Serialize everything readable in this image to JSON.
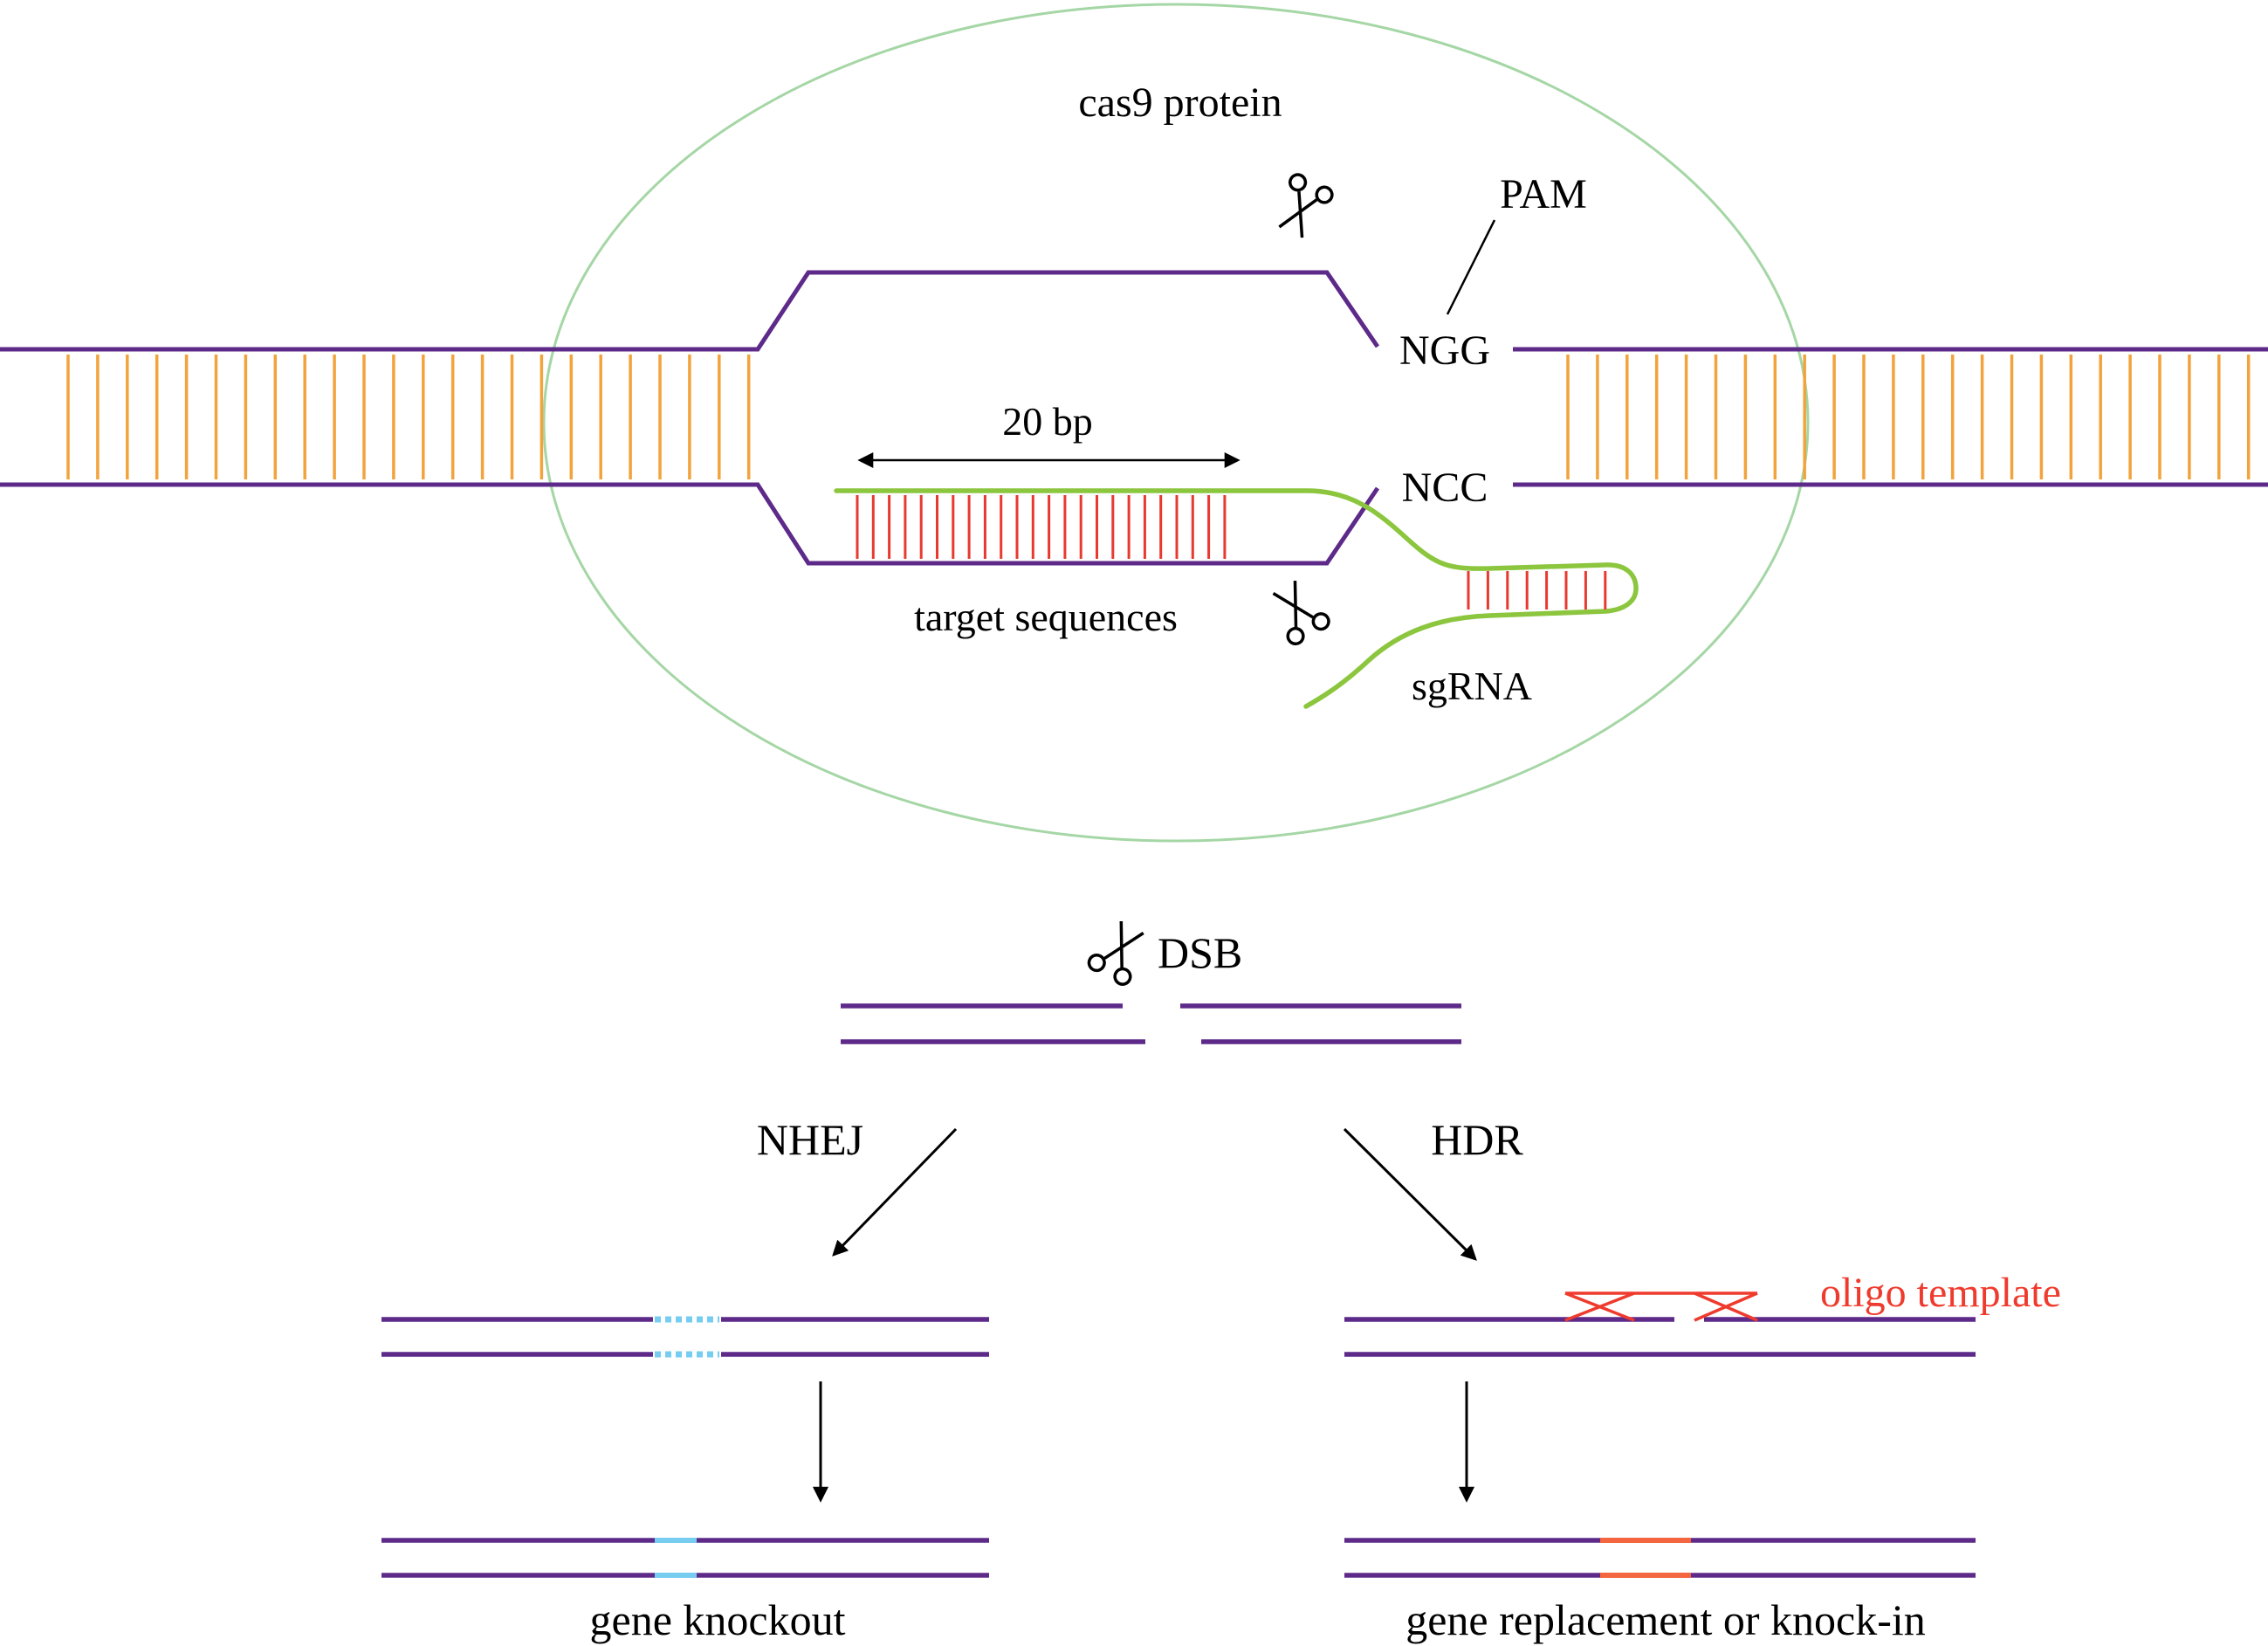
{
  "colors": {
    "dna_purple": "#5e2a8a",
    "base_pair_orange": "#f2a33c",
    "cas9_outline_green": "#a5d6a5",
    "sgrna_green": "#8cc63e",
    "pairing_red": "#e8392f",
    "indel_blue": "#76cdf0",
    "template_red": "#ef3b2d",
    "insert_orange_red": "#f4663f",
    "ink": "#000000"
  },
  "labels": {
    "cas9_protein": "cas9 protein",
    "pam": "PAM",
    "ngg": "NGG",
    "ncc": "NCC",
    "twenty_bp": "20 bp",
    "target_sequences": "target sequences",
    "sgrna": "sgRNA",
    "dsb": "DSB",
    "nhej": "NHEJ",
    "hdr": "HDR",
    "oligo_template": "oligo template",
    "gene_knockout": "gene knockout",
    "gene_replacement": "gene replacement or knock-in"
  }
}
